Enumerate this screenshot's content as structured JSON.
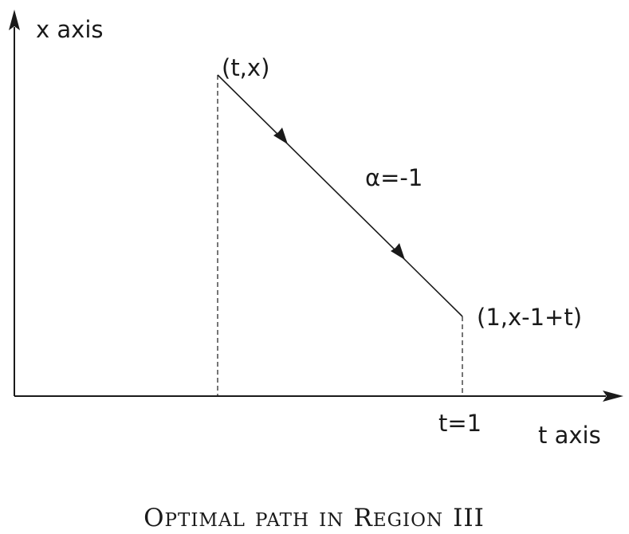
{
  "diagram": {
    "y_axis_label": "x axis",
    "x_axis_label": "t axis",
    "start_point_label": "(t,x)",
    "end_point_label": "(1,x-1+t)",
    "control_label": "α=-1",
    "t_end_label": "t=1",
    "caption": {
      "word1_initial": "O",
      "word1_rest": "PTIMAL",
      "word2": "PATH",
      "word3": "IN",
      "word4_initial": "R",
      "word4_rest": "EGION",
      "numeral": "III"
    }
  },
  "colors": {
    "ink": "#1a1a1a",
    "background": "#ffffff"
  }
}
